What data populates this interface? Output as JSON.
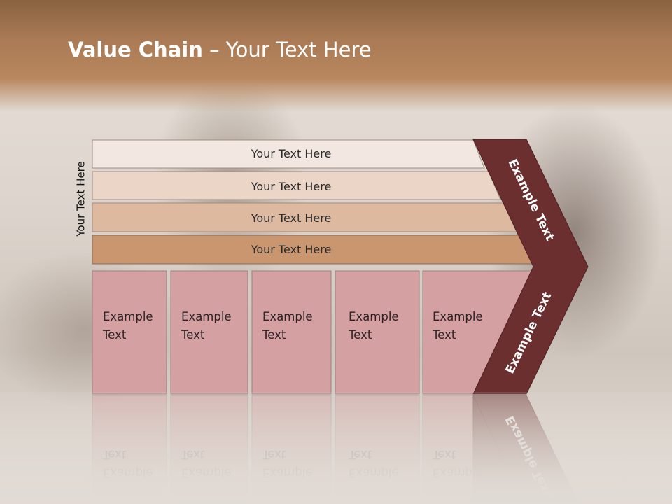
{
  "title": {
    "bold": "Value Chain",
    "rest": " – Your Text Here"
  },
  "side_label": "Your Text Here",
  "bars": [
    {
      "label": "Your Text Here",
      "color": "#f3e8e1"
    },
    {
      "label": "Your Text Here",
      "color": "#ead5c6"
    },
    {
      "label": "Your Text Here",
      "color": "#ddb9a0"
    },
    {
      "label": "Your Text Here",
      "color": "#c99670"
    }
  ],
  "boxes": [
    {
      "line1": "Example",
      "line2": "Text"
    },
    {
      "line1": "Example",
      "line2": "Text"
    },
    {
      "line1": "Example",
      "line2": "Text"
    },
    {
      "line1": "Example",
      "line2": "Text"
    },
    {
      "line1": "Example",
      "line2": "Text"
    }
  ],
  "chevron_top": "Example Text",
  "chevron_bottom": "Example Text",
  "colors": {
    "box": "#d4a0a2",
    "chevron": "#6b2f30",
    "title": "#ffffff"
  }
}
